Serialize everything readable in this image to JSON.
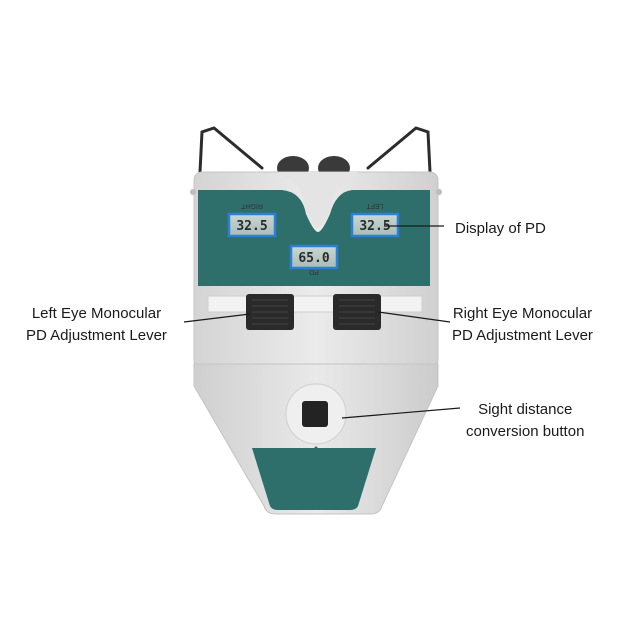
{
  "annotations": {
    "display_of_pd": "Display of PD",
    "left_lever": [
      "Left Eye Monocular",
      "PD Adjustment Lever"
    ],
    "right_lever": [
      "Right Eye Monocular",
      "PD Adjustment Lever"
    ],
    "sight_button": [
      "Sight distance",
      "conversion button"
    ]
  },
  "device": {
    "lcd_right_label": "RIGHT",
    "lcd_left_label": "LEFT",
    "lcd_pd_label": "PD",
    "lcd_right_value": "32.5",
    "lcd_left_value": "32.5",
    "lcd_pd_value": "65.0"
  },
  "colors": {
    "panel_teal": "#2f6f6b",
    "lcd_frame_blue": "#2a7fd6",
    "body_gray": "#e4e4e4",
    "lever_black": "#2a2a2a"
  }
}
